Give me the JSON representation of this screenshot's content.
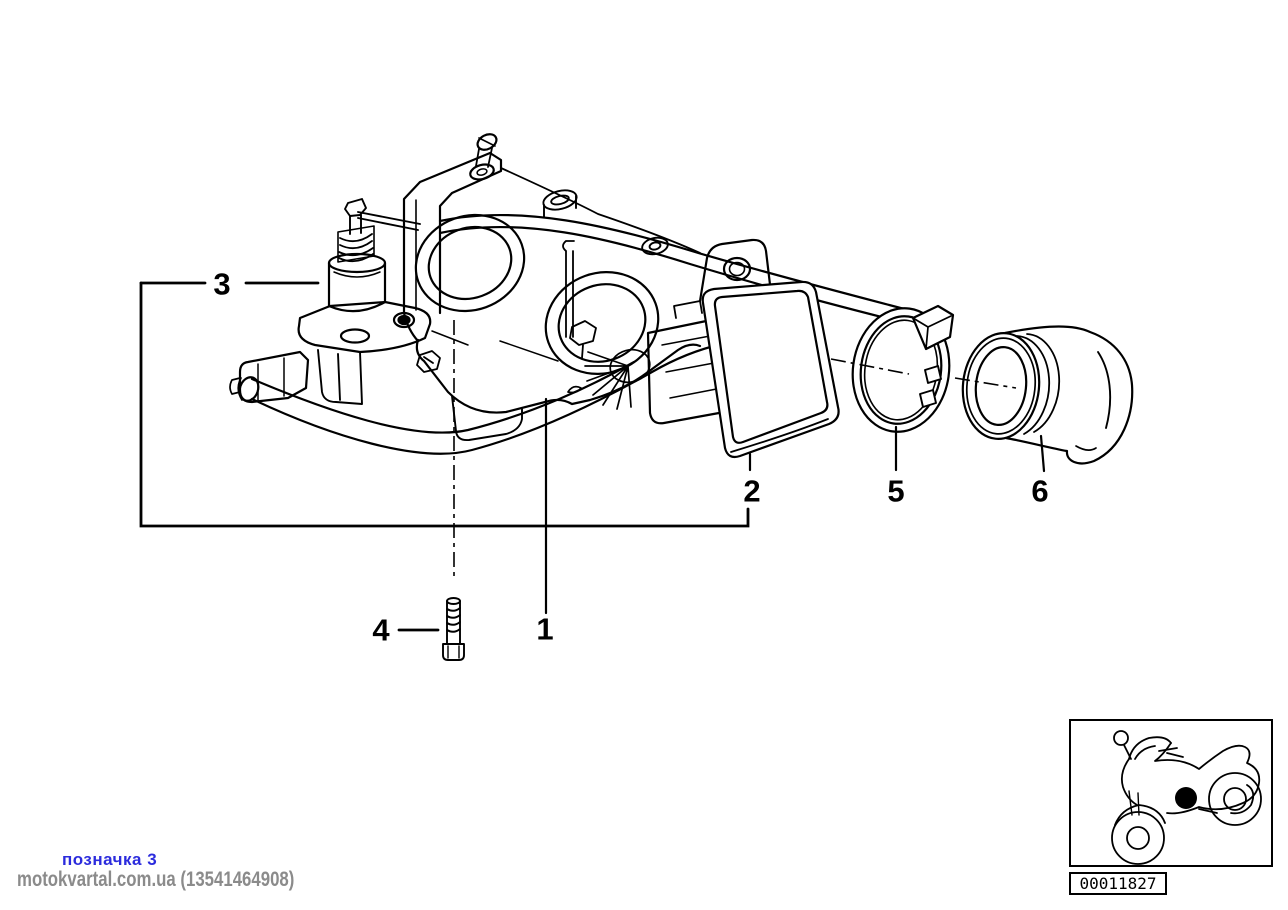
{
  "page": {
    "background": "#ffffff",
    "line_color": "#000000"
  },
  "diagram": {
    "callouts": [
      {
        "label": "1"
      },
      {
        "label": "2"
      },
      {
        "label": "3"
      },
      {
        "label": "4"
      },
      {
        "label": "5"
      },
      {
        "label": "6"
      }
    ]
  },
  "watermark": {
    "caption": "позначка 3",
    "caption_color": "#2b2bdd",
    "site": "motokvartal.com.ua (13541464908)",
    "site_color": "#8b8b8b"
  },
  "thumbnail": {
    "icon": "motorcycle",
    "image_number": "00011827"
  }
}
